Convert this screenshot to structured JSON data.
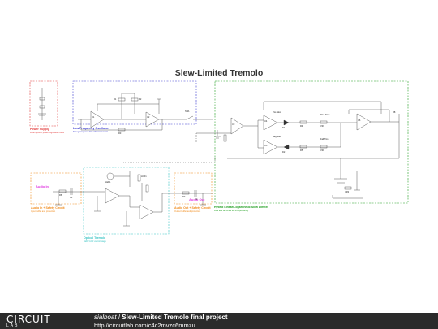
{
  "title": "Slew-Limited Tremolo",
  "blocks": {
    "power": {
      "label": "Power Supply",
      "sub": "Lorem ipsum power regulation notes",
      "color": "#e23b3b"
    },
    "lfo": {
      "label": "Low Frequency Oscillator",
      "sub": "Triangle/square LFO with rate control",
      "color": "#3b3bd0"
    },
    "slew": {
      "label": "Hybrid Linear/Logarithmic Slew Limiter",
      "sub": "Rise and fall times set independently",
      "color": "#23a023"
    },
    "audio_in": {
      "label": "Audio In + Safety Circuit",
      "sub": "Input buffer and protection",
      "color": "#f08a1a"
    },
    "audio_out": {
      "label": "Audio Out + Safety Circuit",
      "sub": "Output buffer and protection",
      "color": "#f08a1a"
    },
    "tremolo": {
      "label": "Optical Tremolo",
      "sub": "LED / LDR vactrol stage",
      "color": "#37c3c3"
    }
  },
  "io": {
    "audio_in": "Audio In",
    "audio_out": "Audio Out"
  },
  "components": {
    "u1": "U1",
    "u2": "U2",
    "u3": "U3",
    "u4": "U4",
    "u5": "U5",
    "u6": "U6",
    "r1": "R1",
    "r2": "R2",
    "r3": "R3",
    "r4": "R4",
    "r5": "R5",
    "r6": "R6",
    "r7": "R7",
    "r8": "R8",
    "c1": "C1",
    "c2": "C2",
    "d1": "D1",
    "d2": "D2",
    "sw1": "SW1",
    "vr1": "VR1",
    "vr2": "VR2",
    "vr3": "VR3",
    "rise": "Rise Time",
    "fall": "Fall Time",
    "pos": "Pos Slew",
    "neg": "Neg Slew",
    "ldr": "LDR1",
    "led": "LED1"
  },
  "footer": {
    "logo_top": "CIRCUIT",
    "logo_bottom": "LAB",
    "author": "sialboat",
    "project": "Slew-Limited Tremolo final project",
    "url": "http://circuitlab.com/c4c2mvzc6mmzu"
  }
}
